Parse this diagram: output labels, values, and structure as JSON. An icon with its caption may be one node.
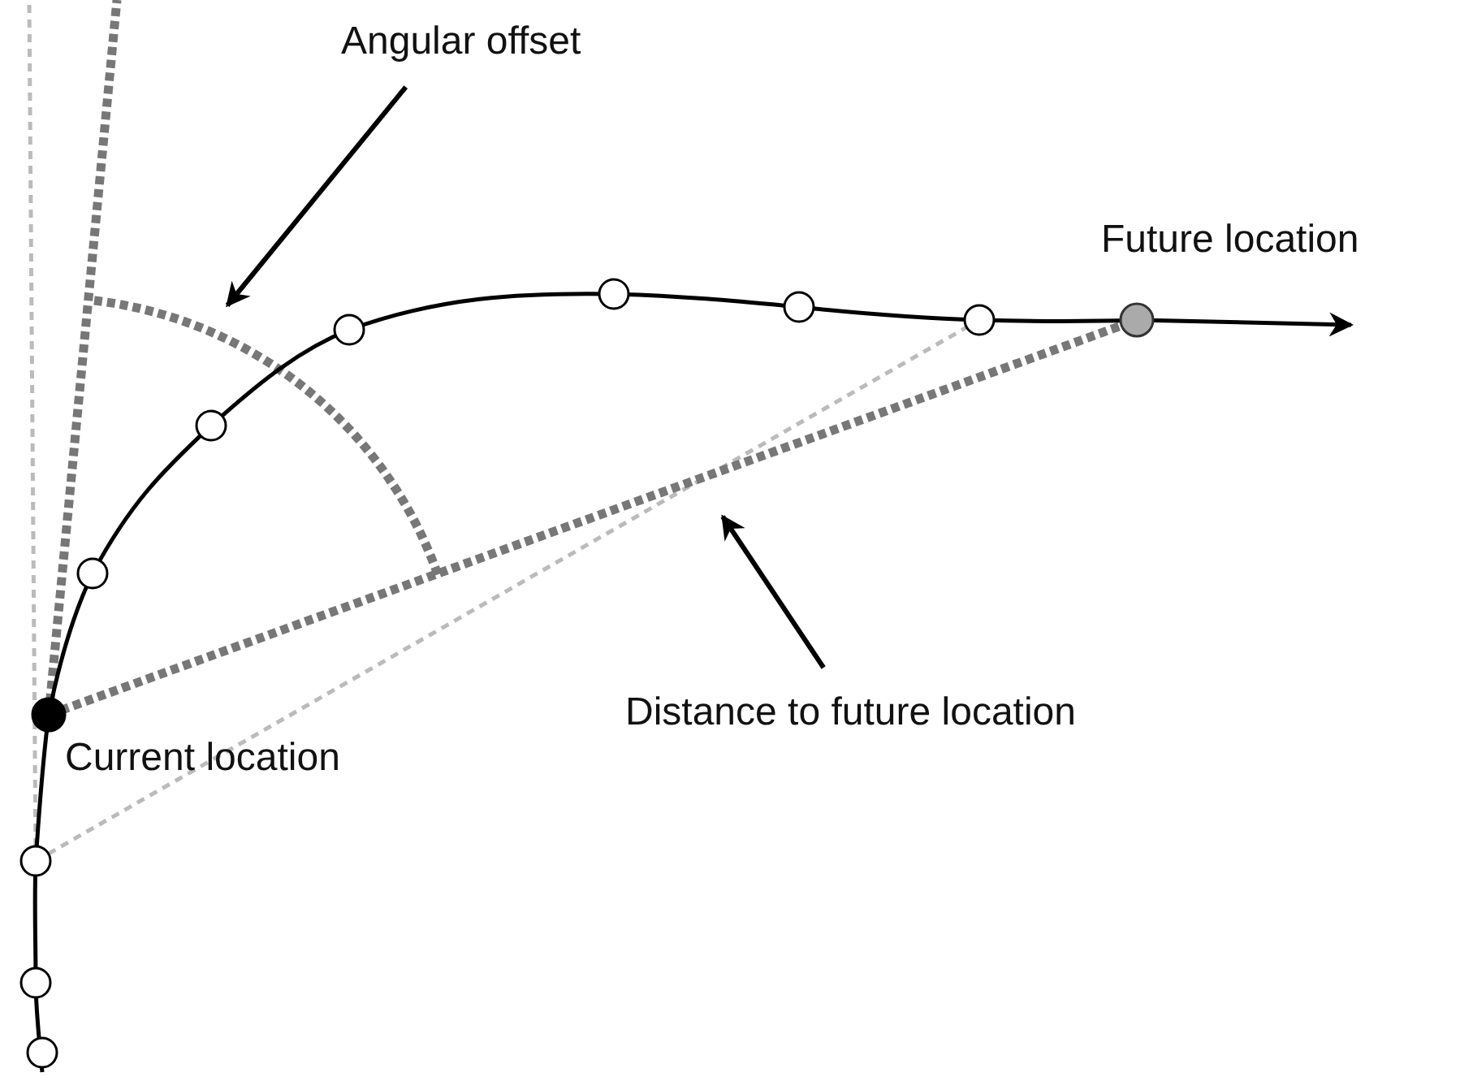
{
  "diagram": {
    "nodes": [
      {
        "text": [
          "Angular offset"
        ]
      },
      {
        "text": [
          "Distance to future location"
        ]
      }
    ],
    "edges": [
      {
        "from": 0,
        "to": null,
        "arrow": "to"
      },
      {
        "from": 1,
        "to": null,
        "arrow": "to"
      }
    ],
    "labels": [
      "Future location",
      "Current location"
    ]
  }
}
